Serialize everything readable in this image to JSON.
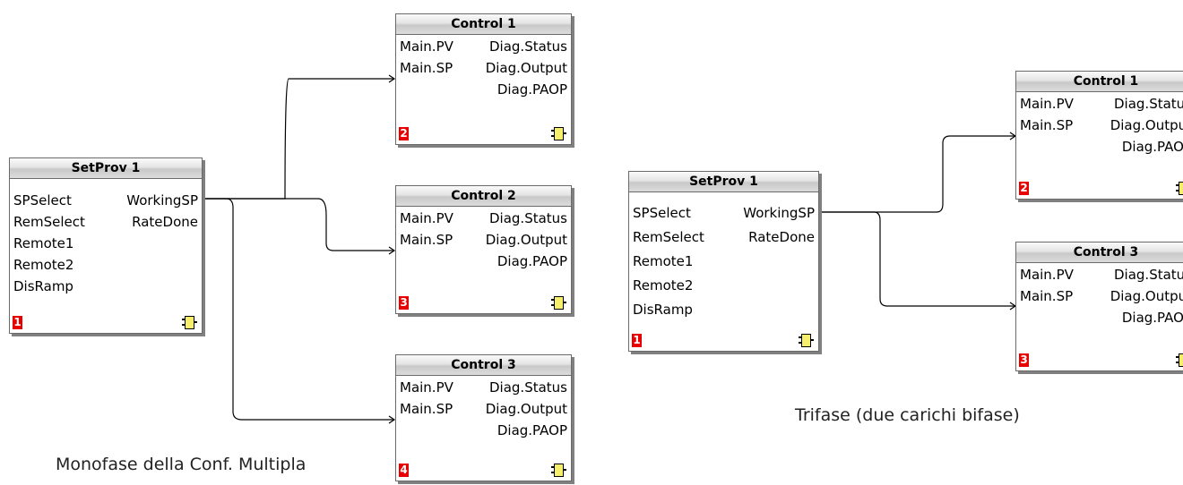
{
  "left_diagram": {
    "setprov": {
      "title": "SetProv 1",
      "inputs": [
        "SPSelect",
        "RemSelect",
        "Remote1",
        "Remote2",
        "DisRamp"
      ],
      "outputs": [
        "WorkingSP",
        "RateDone"
      ],
      "badge": "1"
    },
    "control1": {
      "title": "Control 1",
      "inputs": [
        "Main.PV",
        "Main.SP"
      ],
      "outputs": [
        "Diag.Status",
        "Diag.Output",
        "Diag.PAOP"
      ],
      "badge": "2"
    },
    "control2": {
      "title": "Control 2",
      "inputs": [
        "Main.PV",
        "Main.SP"
      ],
      "outputs": [
        "Diag.Status",
        "Diag.Output",
        "Diag.PAOP"
      ],
      "badge": "3"
    },
    "control3": {
      "title": "Control 3",
      "inputs": [
        "Main.PV",
        "Main.SP"
      ],
      "outputs": [
        "Diag.Status",
        "Diag.Output",
        "Diag.PAOP"
      ],
      "badge": "4"
    },
    "caption": "Monofase della Conf. Multipla"
  },
  "right_diagram": {
    "setprov": {
      "title": "SetProv 1",
      "inputs": [
        "SPSelect",
        "RemSelect",
        "Remote1",
        "Remote2",
        "DisRamp"
      ],
      "outputs": [
        "WorkingSP",
        "RateDone"
      ],
      "badge": "1"
    },
    "control1": {
      "title": "Control 1",
      "inputs": [
        "Main.PV",
        "Main.SP"
      ],
      "outputs": [
        "Diag.Status",
        "Diag.Output",
        "Diag.PAOP"
      ],
      "badge": "2"
    },
    "control3": {
      "title": "Control 3",
      "inputs": [
        "Main.PV",
        "Main.SP"
      ],
      "outputs": [
        "Diag.Status",
        "Diag.Output",
        "Diag.PAOP"
      ],
      "badge": "3"
    },
    "caption": "Trifase (due carichi bifase)"
  }
}
